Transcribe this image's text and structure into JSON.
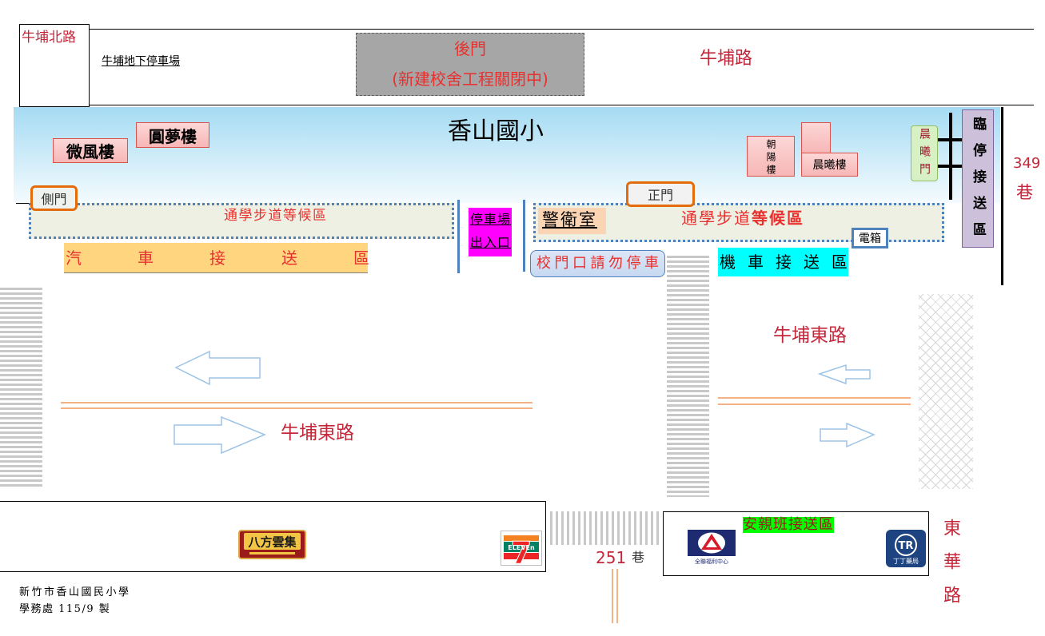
{
  "school_name": "香山國小",
  "roads": {
    "niupu_north": "牛埔北路",
    "niupu": "牛埔路",
    "niupu_east": [
      "牛埔東路",
      "牛埔東路"
    ],
    "donghua": "東華路",
    "lane_349": {
      "number": "349",
      "suffix": "巷"
    },
    "lane_251": {
      "number": "251",
      "suffix": "巷"
    }
  },
  "parking_garage": "牛埔地下停車場",
  "back_gate": {
    "title": "後門",
    "note": "(新建校舍工程關閉中)"
  },
  "buildings": {
    "weifeng": "微風樓",
    "yuanmeng": "圓夢樓",
    "chaoyang": "朝陽樓",
    "chenxi": "晨曦樓"
  },
  "gates": {
    "chenxi": "晨曦門",
    "side": "側門",
    "main": "正門"
  },
  "zones": {
    "temporary_pickup": "臨停接送區",
    "walkway_west": "通學步道等候區",
    "walkway_east": {
      "regular": "通學步道",
      "bold": "等候區"
    },
    "car_pickup": "汽車接送區",
    "parking_entrance": [
      "停車場",
      "出入口"
    ],
    "guard_room": "警衛室",
    "electric_box": "電箱",
    "no_parking_notice": "校門口請勿停車",
    "scooter_pickup": "機車接送區",
    "after_school_pickup": "安親班接送區"
  },
  "traffic_arrows": [
    "left-arrow-icon",
    "right-arrow-icon",
    "left-arrow-icon",
    "right-arrow-icon"
  ],
  "stores": {
    "bafang": {
      "icon": "bafang-dumpling-logo",
      "logo_text": "八方雲集"
    },
    "seven_eleven": {
      "icon": "seven-eleven-logo",
      "logo_number": "7",
      "logo_text": "ELEVEn"
    },
    "pxmart": {
      "icon": "pxmart-logo",
      "logo_text": "全聯福利中心"
    },
    "tt_pharmacy": {
      "icon": "tt-pharmacy-logo",
      "logo_mark": "TR",
      "logo_text": "丁丁藥局"
    }
  },
  "footer": {
    "line1": "新竹市香山國民小學",
    "line2": "學務處 115/9 製"
  },
  "colors": {
    "road_label": "#c3283a",
    "label_red": "#e8302e",
    "walkway_border": "#4f81bd",
    "walkway_fill": "#eef0e3",
    "gate_border": "#e46c0a",
    "building_fill": "#f7b6b6",
    "building_border": "#d9534f",
    "back_gate_fill": "#a6a6a6",
    "campus_sky": "#a5dbf3",
    "car_zone_fill": "#ffd580",
    "scooter_zone_fill": "#00ffff",
    "parking_entrance_fill": "#ff00ff",
    "after_school_zone_fill": "#00ff00",
    "temporary_pickup_fill": "#ccc0da",
    "chenxi_gate_fill": "#d8f1c4",
    "guard_room_fill": "#fbd4b4",
    "no_parking_fill": "#c6d9f1",
    "lane_line": "#f4b183",
    "arrow_stroke": "#9dc3e6"
  }
}
